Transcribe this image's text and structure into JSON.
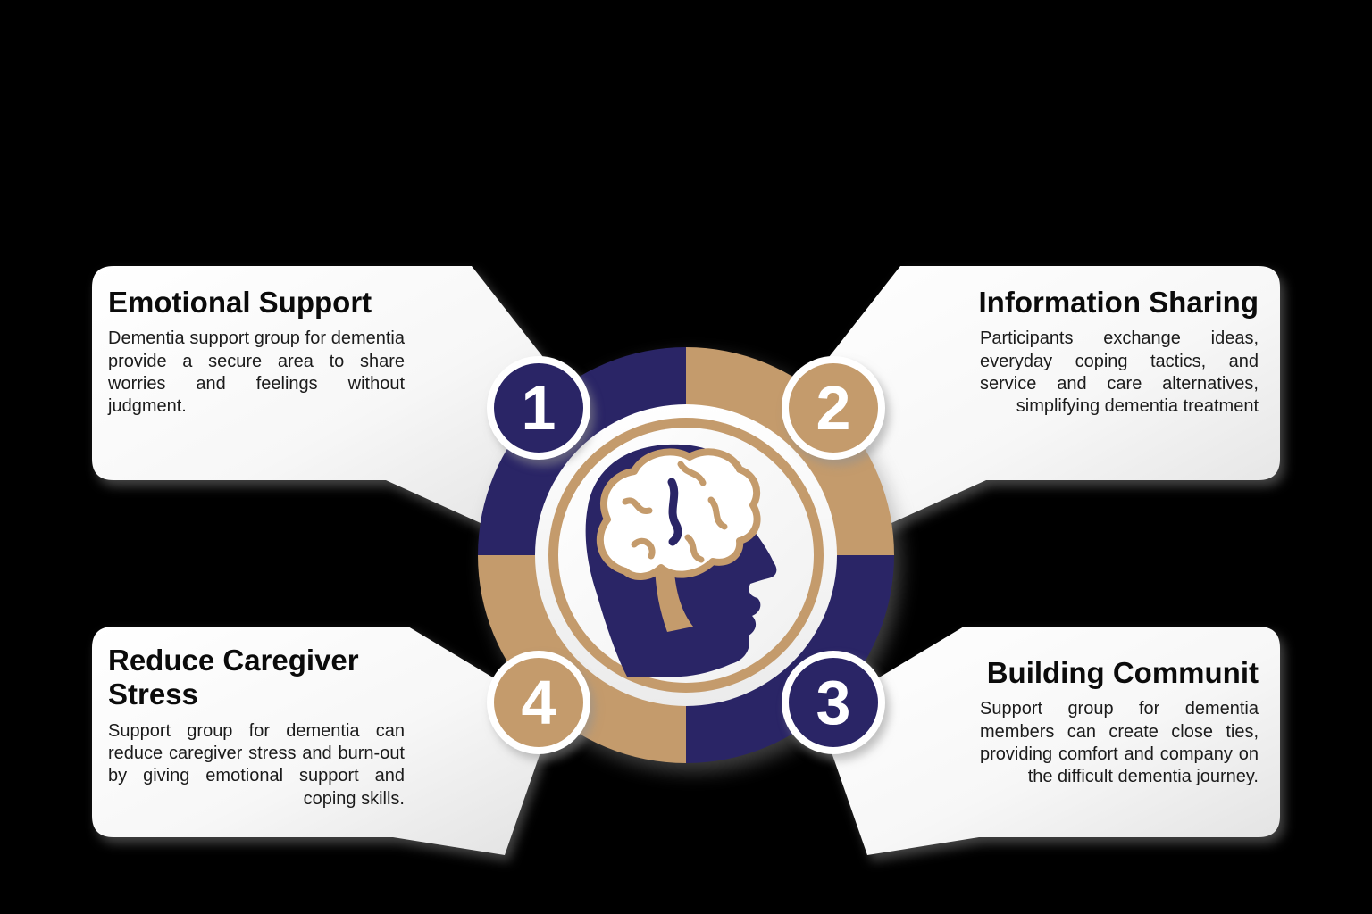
{
  "background_color": "#000000",
  "colors": {
    "navy": "#2a2566",
    "tan": "#c49b6c",
    "card_gradient_start": "#ffffff",
    "card_gradient_end": "#e4e4e4",
    "text": "#1b1b1b"
  },
  "center": {
    "icon": "head-brain-icon",
    "description_colors": [
      "#2a2566",
      "#c49b6c",
      "#ffffff"
    ]
  },
  "items": [
    {
      "number": "1",
      "title": "Emotional Support",
      "body": "Dementia support group for dementia provide a secure area to share worries and feelings without judgment.",
      "badge_color": "#2a2566",
      "position": "top-left"
    },
    {
      "number": "2",
      "title": "Information Sharing",
      "body": "Participants exchange ideas, everyday coping tactics, and service and care alternatives, simplifying dementia treatment",
      "badge_color": "#c49b6c",
      "position": "top-right"
    },
    {
      "number": "3",
      "title": "Building Communit",
      "body": "Support group for dementia members can create close ties, providing comfort and company on the difficult dementia journey.",
      "badge_color": "#2a2566",
      "position": "bottom-right"
    },
    {
      "number": "4",
      "title": "Reduce Caregiver Stress",
      "body": "Support group for dementia can reduce caregiver stress and burn-out by giving emotional support and coping skills.",
      "badge_color": "#c49b6c",
      "position": "bottom-left"
    }
  ]
}
